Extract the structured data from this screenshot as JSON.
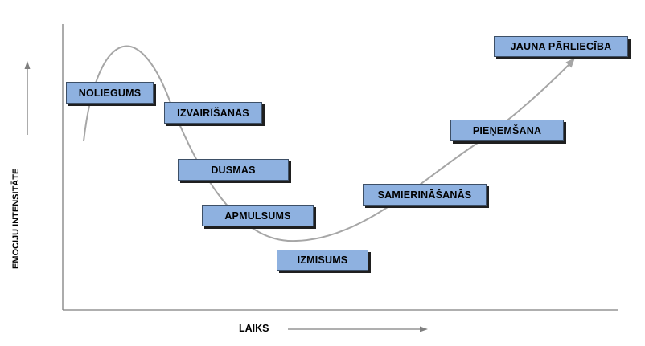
{
  "stages": [
    {
      "id": "noliegums",
      "label": "NOLIEGUMS"
    },
    {
      "id": "izvairisanas",
      "label": "IZVAIRĪŠANĀS"
    },
    {
      "id": "dusmas",
      "label": "DUSMAS"
    },
    {
      "id": "apmulsums",
      "label": "APMULSUMS"
    },
    {
      "id": "izmisums",
      "label": "IZMISUMS"
    },
    {
      "id": "samierinasanas",
      "label": "SAMIERINĀŠANĀS"
    },
    {
      "id": "pienemsana",
      "label": "PIEŅEMŠANA"
    },
    {
      "id": "jauna-parliecība",
      "label": "JAUNA PĀRLIECĪBA"
    }
  ],
  "axes": {
    "x_label": "LAIKS",
    "y_label": "EMOCIJU INTENSITĀTE"
  },
  "colors": {
    "box_fill": "#8eb1e0",
    "box_border": "#3d4f66",
    "curve": "#a6a6a6",
    "axis": "#7f7f7f"
  }
}
